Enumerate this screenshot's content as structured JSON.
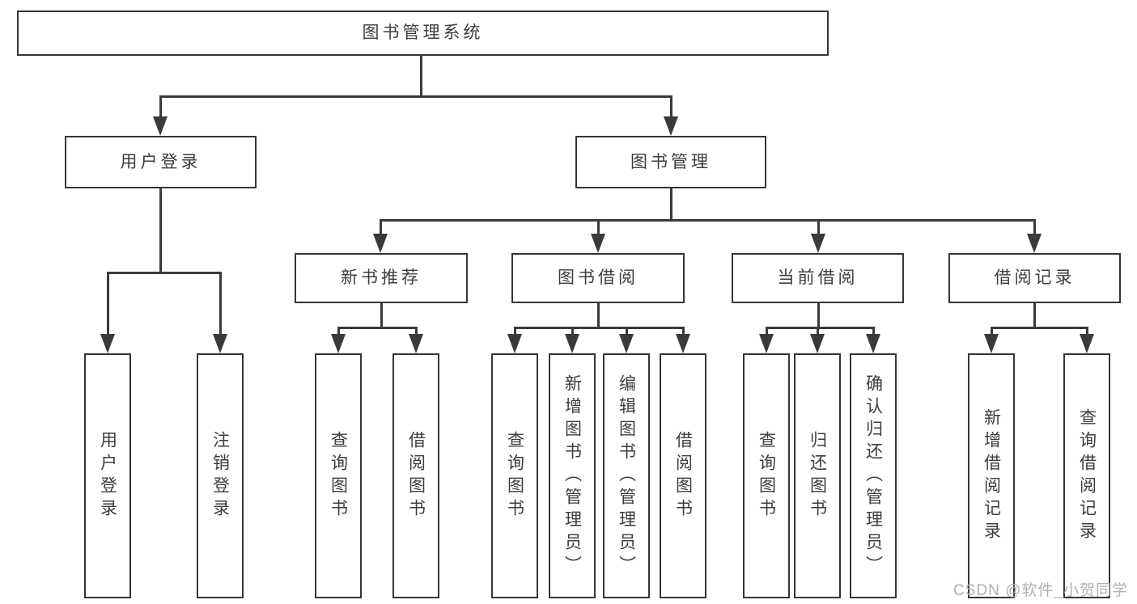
{
  "diagram": {
    "title": "图书管理系统",
    "watermark": "CSDN @软件_小贺同学",
    "colors": {
      "line": "#3a3a3a",
      "box_border": "#363636",
      "text": "#3d3d3d",
      "watermark_text": "#b0b0b0",
      "background": "#ffffff"
    },
    "nodes": {
      "root": {
        "label": "图书管理系统"
      },
      "user_login": {
        "label": "用户登录"
      },
      "book_mgmt": {
        "label": "图书管理"
      },
      "new_books": {
        "label": "新书推荐"
      },
      "book_borrow": {
        "label": "图书借阅"
      },
      "current_borrow": {
        "label": "当前借阅"
      },
      "borrow_records": {
        "label": "借阅记录"
      },
      "leaf_user_login": {
        "label": "用户登录"
      },
      "leaf_logout": {
        "label": "注销登录"
      },
      "leaf_nb_search": {
        "label": "查询图书"
      },
      "leaf_nb_borrow": {
        "label": "借阅图书"
      },
      "leaf_bb_search": {
        "label": "查询图书"
      },
      "leaf_bb_add": {
        "label": "新增图书（管理员）"
      },
      "leaf_bb_edit": {
        "label": "编辑图书（管理员）"
      },
      "leaf_bb_borrow": {
        "label": "借阅图书"
      },
      "leaf_cb_search": {
        "label": "查询图书"
      },
      "leaf_cb_return": {
        "label": "归还图书"
      },
      "leaf_cb_confirm": {
        "label": "确认归还（管理员）"
      },
      "leaf_br_add": {
        "label": "新增借阅记录"
      },
      "leaf_br_search": {
        "label": "查询借阅记录"
      }
    },
    "hierarchy": {
      "图书管理系统": {
        "用户登录": [
          "用户登录",
          "注销登录"
        ],
        "图书管理": {
          "新书推荐": [
            "查询图书",
            "借阅图书"
          ],
          "图书借阅": [
            "查询图书",
            "新增图书（管理员）",
            "编辑图书（管理员）",
            "借阅图书"
          ],
          "当前借阅": [
            "查询图书",
            "归还图书",
            "确认归还（管理员）"
          ],
          "借阅记录": [
            "新增借阅记录",
            "查询借阅记录"
          ]
        }
      }
    }
  }
}
